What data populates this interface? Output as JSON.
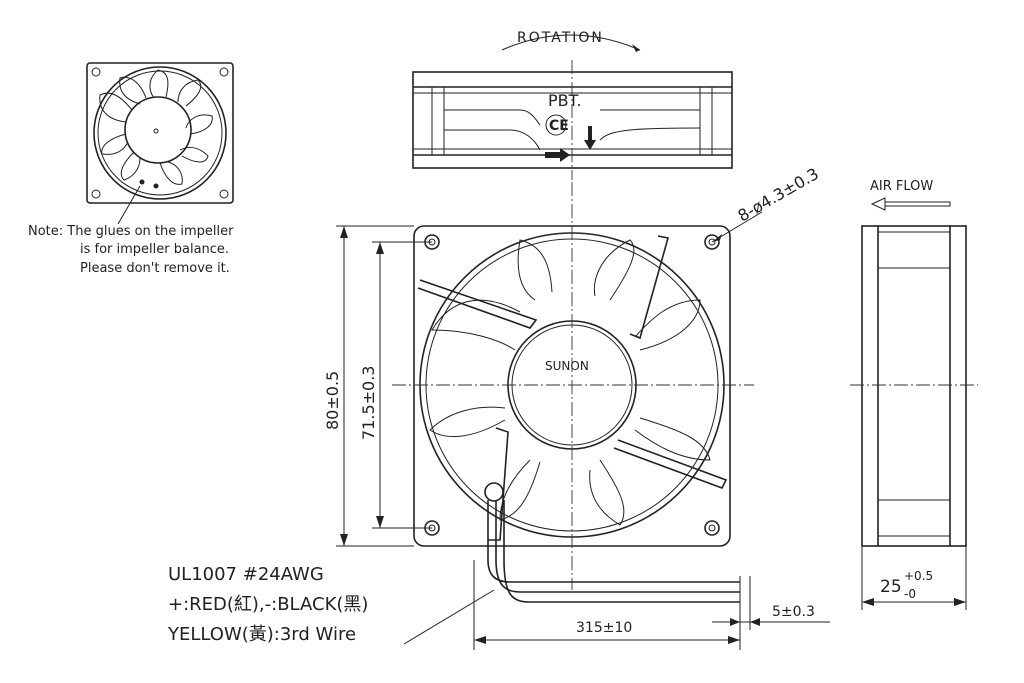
{
  "labels": {
    "rotation": "ROTATION",
    "material": "PBT.",
    "ce": "CE",
    "brand": "SUNON",
    "air_flow": "AIR FLOW",
    "note_line1": "Note: The glues on the impeller",
    "note_line2": "is for impeller balance.",
    "note_line3": "Please don't remove it.",
    "wire_line1": "UL1007 #24AWG",
    "wire_line2": "+:RED(紅),-:BLACK(黑)",
    "wire_line3": "YELLOW(黃):3rd Wire"
  },
  "dimensions": {
    "hole_spec": "8-ø4.3±0.3",
    "frame_size": "80±0.5",
    "hole_pitch": "71.5±0.3",
    "thickness_base": "25",
    "thickness_upper": "+0.5",
    "thickness_lower": "-0",
    "lead_length": "315±10",
    "strip_length": "5±0.3"
  }
}
